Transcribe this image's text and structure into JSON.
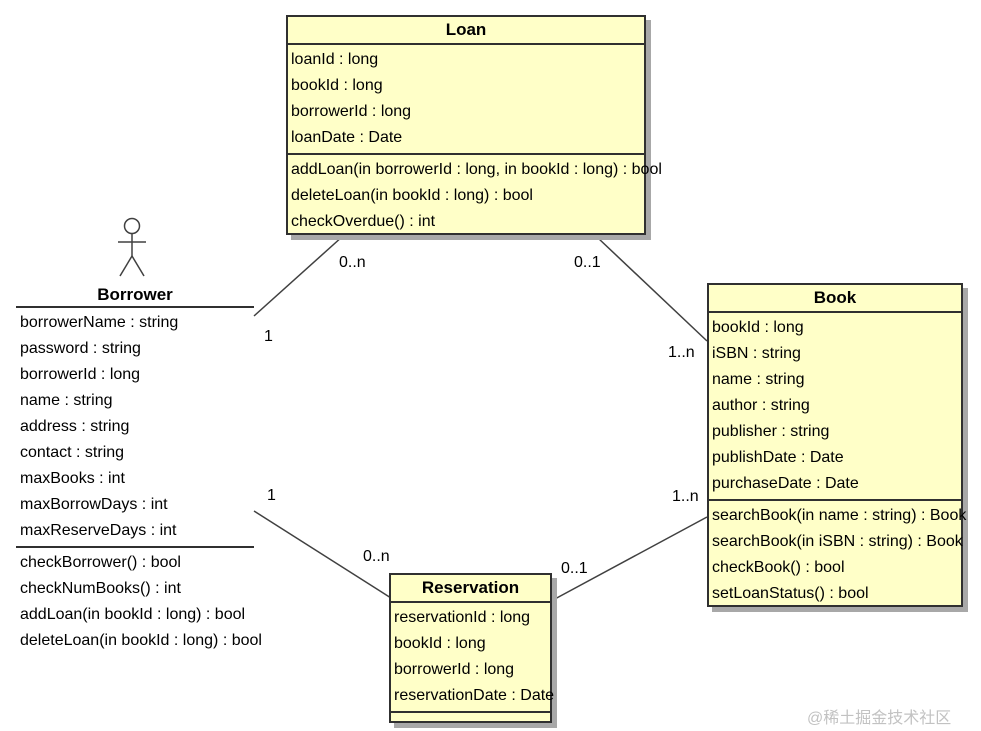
{
  "classes": {
    "loan": {
      "name": "Loan",
      "attributes": [
        "loanId : long",
        "bookId : long",
        "borrowerId : long",
        "loanDate : Date"
      ],
      "operations": [
        "addLoan(in borrowerId : long, in bookId : long) : bool",
        "deleteLoan(in bookId : long) : bool",
        "checkOverdue() : int"
      ]
    },
    "book": {
      "name": "Book",
      "attributes": [
        "bookId : long",
        "iSBN : string",
        "name : string",
        "author : string",
        "publisher : string",
        "publishDate : Date",
        "purchaseDate : Date"
      ],
      "operations": [
        "searchBook(in name : string) : Book",
        "searchBook(in iSBN : string) : Book",
        "checkBook() : bool",
        "setLoanStatus() : bool"
      ]
    },
    "reservation": {
      "name": "Reservation",
      "attributes": [
        "reservationId : long",
        "bookId : long",
        "borrowerId : long",
        "reservationDate : Date"
      ],
      "operations": []
    },
    "borrower": {
      "name": "Borrower",
      "attributes": [
        "borrowerName : string",
        "password : string",
        "borrowerId : long",
        "name : string",
        "address : string",
        "contact : string",
        "maxBooks : int",
        "maxBorrowDays : int",
        "maxReserveDays : int"
      ],
      "operations": [
        "checkBorrower() : bool",
        "checkNumBooks() : int",
        "addLoan(in bookId : long) : bool",
        "deleteLoan(in bookId : long) : bool"
      ]
    }
  },
  "multiplicities": {
    "borrower_loan_at_borrower": "1",
    "borrower_loan_at_loan": "0..n",
    "loan_book_at_loan": "0..1",
    "loan_book_at_book": "1..n",
    "borrower_reservation_at_borrower": "1",
    "borrower_reservation_at_reservation": "0..n",
    "reservation_book_at_reservation": "0..1",
    "reservation_book_at_book": "1..n"
  },
  "colors": {
    "class_fill": "#ffffc8",
    "border": "#303030",
    "shadow": "#a8a8a8",
    "watermark": "#c2c2c2"
  },
  "watermark": "@稀土掘金技术社区"
}
